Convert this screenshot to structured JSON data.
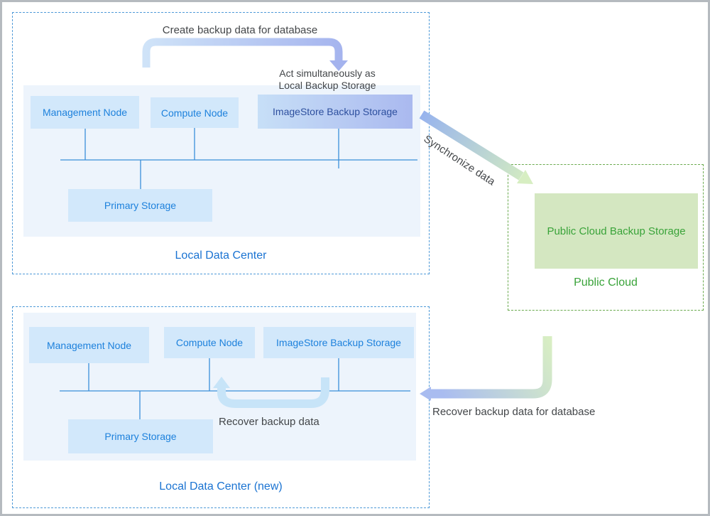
{
  "top_datacenter": {
    "label": "Local Data Center",
    "management_node": "Management Node",
    "compute_node": "Compute Node",
    "imagestore_node": "ImageStore Backup Storage",
    "primary_storage": "Primary Storage",
    "create_backup_caption": "Create backup data for database",
    "act_caption_line1": "Act simultaneously as",
    "act_caption_line2": "Local Backup Storage"
  },
  "public_cloud": {
    "label": "Public Cloud",
    "backup_storage": "Public Cloud Backup Storage"
  },
  "bottom_datacenter": {
    "label": "Local Data Center (new)",
    "management_node": "Management Node",
    "compute_node": "Compute Node",
    "imagestore_node": "ImageStore Backup Storage",
    "primary_storage": "Primary Storage",
    "recover_caption": "Recover backup data"
  },
  "arrows": {
    "synchronize": "Synchronize data",
    "recover_from_cloud": "Recover backup data for database"
  },
  "colors": {
    "node_fill": "#d2e8fb",
    "node_text": "#1d81dc",
    "imagestore_gradient_start": "#c7dff7",
    "imagestore_gradient_end": "#aab9ef",
    "imagestore_text": "#2d4f9e",
    "datacenter_border": "#4f9ad8",
    "datacenter_label": "#1a73d2",
    "inner_background": "#edf4fc",
    "cloud_border": "#6aaa4e",
    "cloud_fill": "#d4e7c1",
    "cloud_text": "#39a339",
    "caption_text": "#434649",
    "bus_line": "#3a8fd9",
    "arrow_periwinkle": "#a4b3ee",
    "arrow_lightblue": "#c7e4f8",
    "arrow_green": "#d5edc0"
  }
}
